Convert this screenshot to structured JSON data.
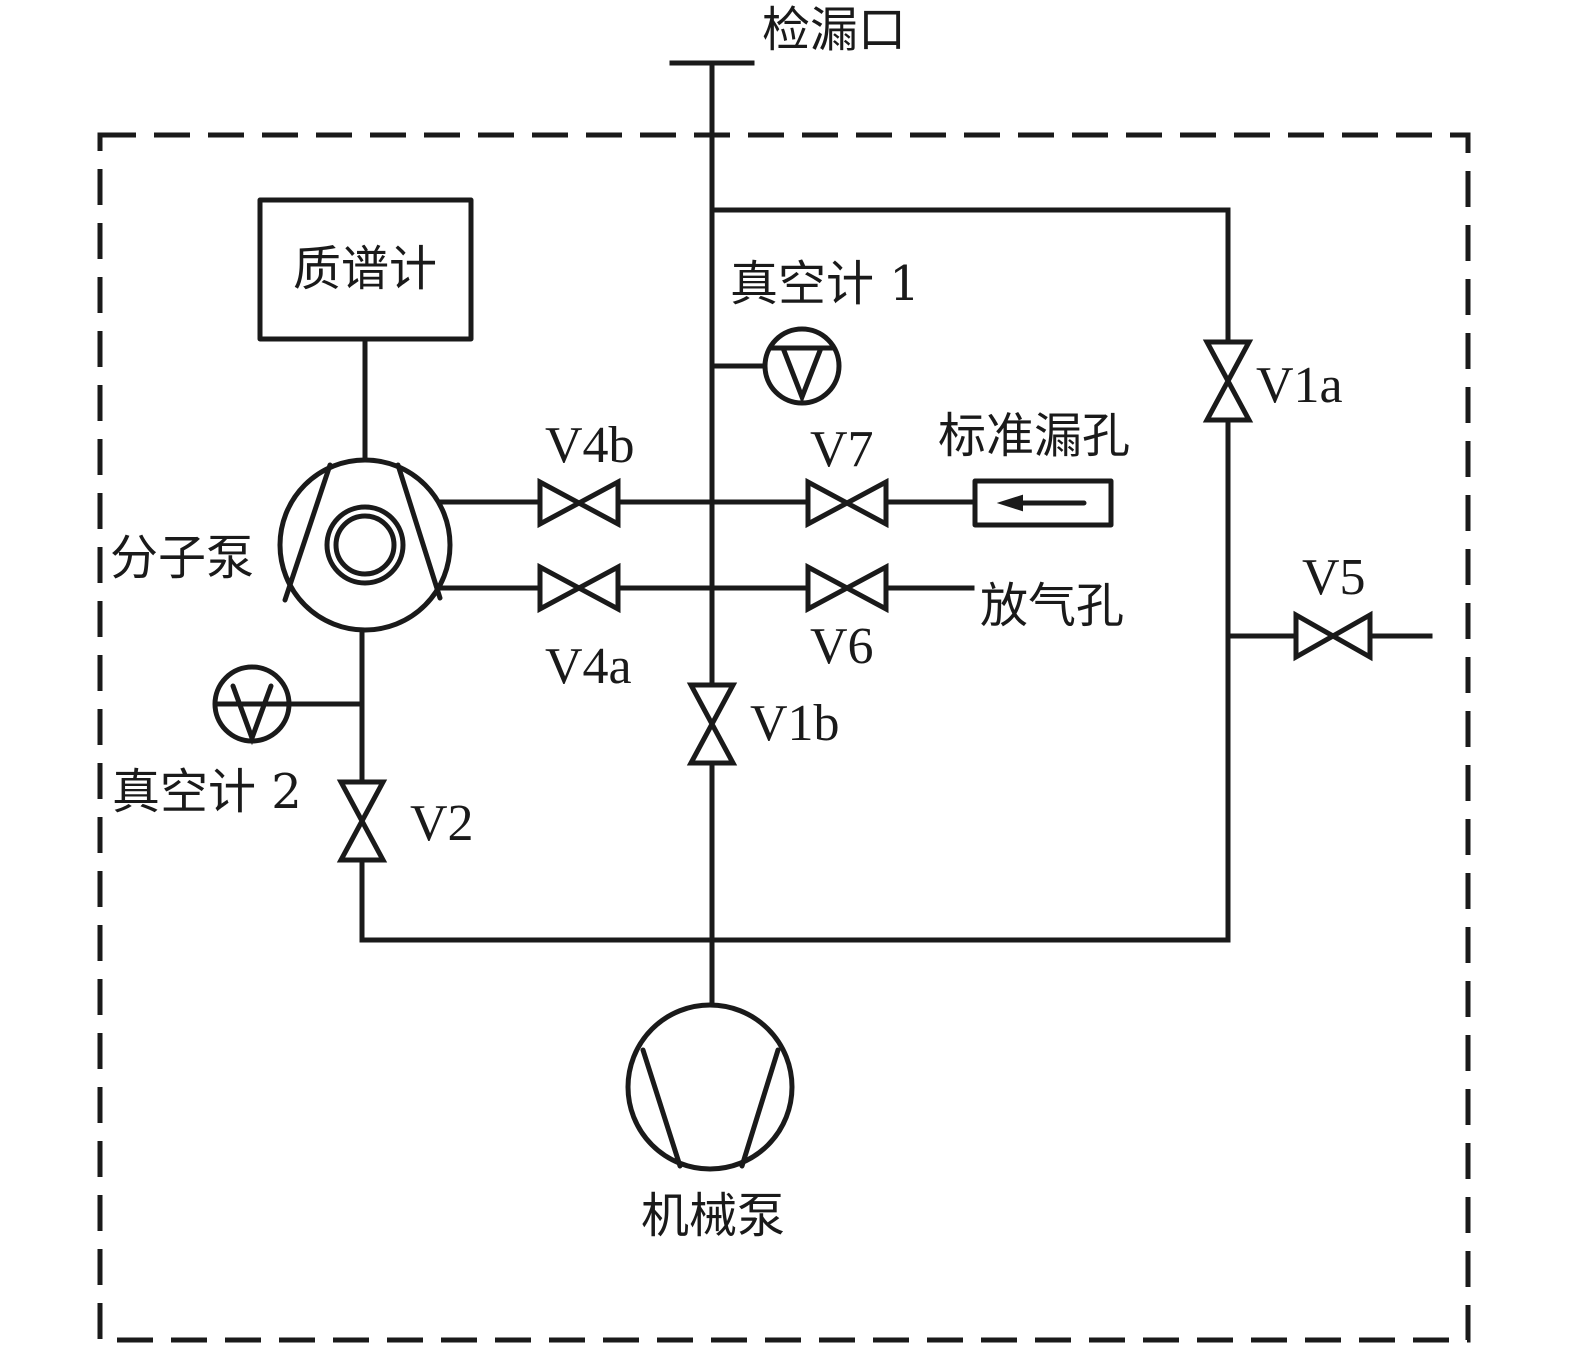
{
  "labels": {
    "leak_port": "检漏口",
    "mass_spectrometer": "质谱计",
    "vacuum_gauge_1": "真空计 1",
    "vacuum_gauge_2": "真空计 2",
    "molecular_pump": "分子泵",
    "mechanical_pump": "机械泵",
    "standard_leak": "标准漏孔",
    "vent_hole": "放气孔"
  },
  "valves": {
    "v1a": "V1a",
    "v1b": "V1b",
    "v2": "V2",
    "v4a": "V4a",
    "v4b": "V4b",
    "v5": "V5",
    "v6": "V6",
    "v7": "V7"
  }
}
